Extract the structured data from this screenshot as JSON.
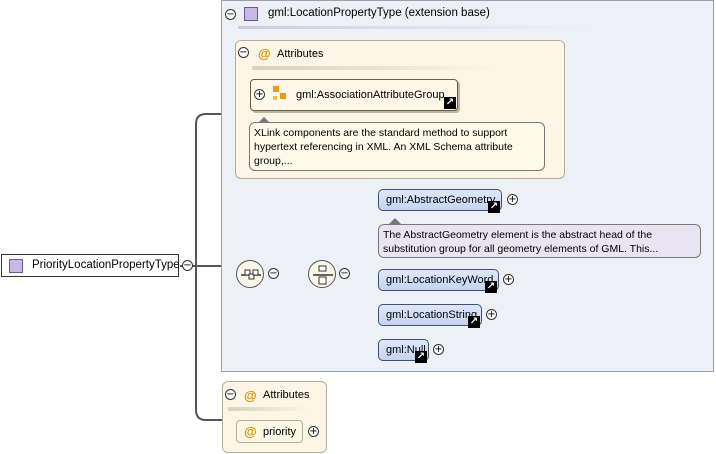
{
  "extension": {
    "label": "gml:LocationPropertyType (extension base)"
  },
  "inner_attributes": {
    "title": "Attributes",
    "group": {
      "label": "gml:AssociationAttributeGroup",
      "doc": "XLink components are the standard method to support hypertext referencing in XML. An XML Schema attribute group,..."
    }
  },
  "root": {
    "label": "PriorityLocationPropertyType"
  },
  "elements": [
    {
      "label": "gml:AbstractGeometry",
      "doc": "The AbstractGeometry element is the abstract head of the substitution group for all geometry elements of GML. This..."
    },
    {
      "label": "gml:LocationKeyWord"
    },
    {
      "label": "gml:LocationString"
    },
    {
      "label": "gml:Null"
    }
  ],
  "outer_attributes": {
    "title": "Attributes",
    "items": [
      {
        "label": "priority"
      }
    ]
  },
  "symbols": {
    "collapse": "−",
    "expand": "+",
    "attribute": "@",
    "link_arrow": "↗"
  },
  "colors": {
    "element_fill": "#c9d8f2",
    "attribute_fill": "#fdf6e6",
    "extension_fill": "#eef0f7",
    "type_icon": "#c7b8e6",
    "attr_icon": "#d98f00"
  }
}
